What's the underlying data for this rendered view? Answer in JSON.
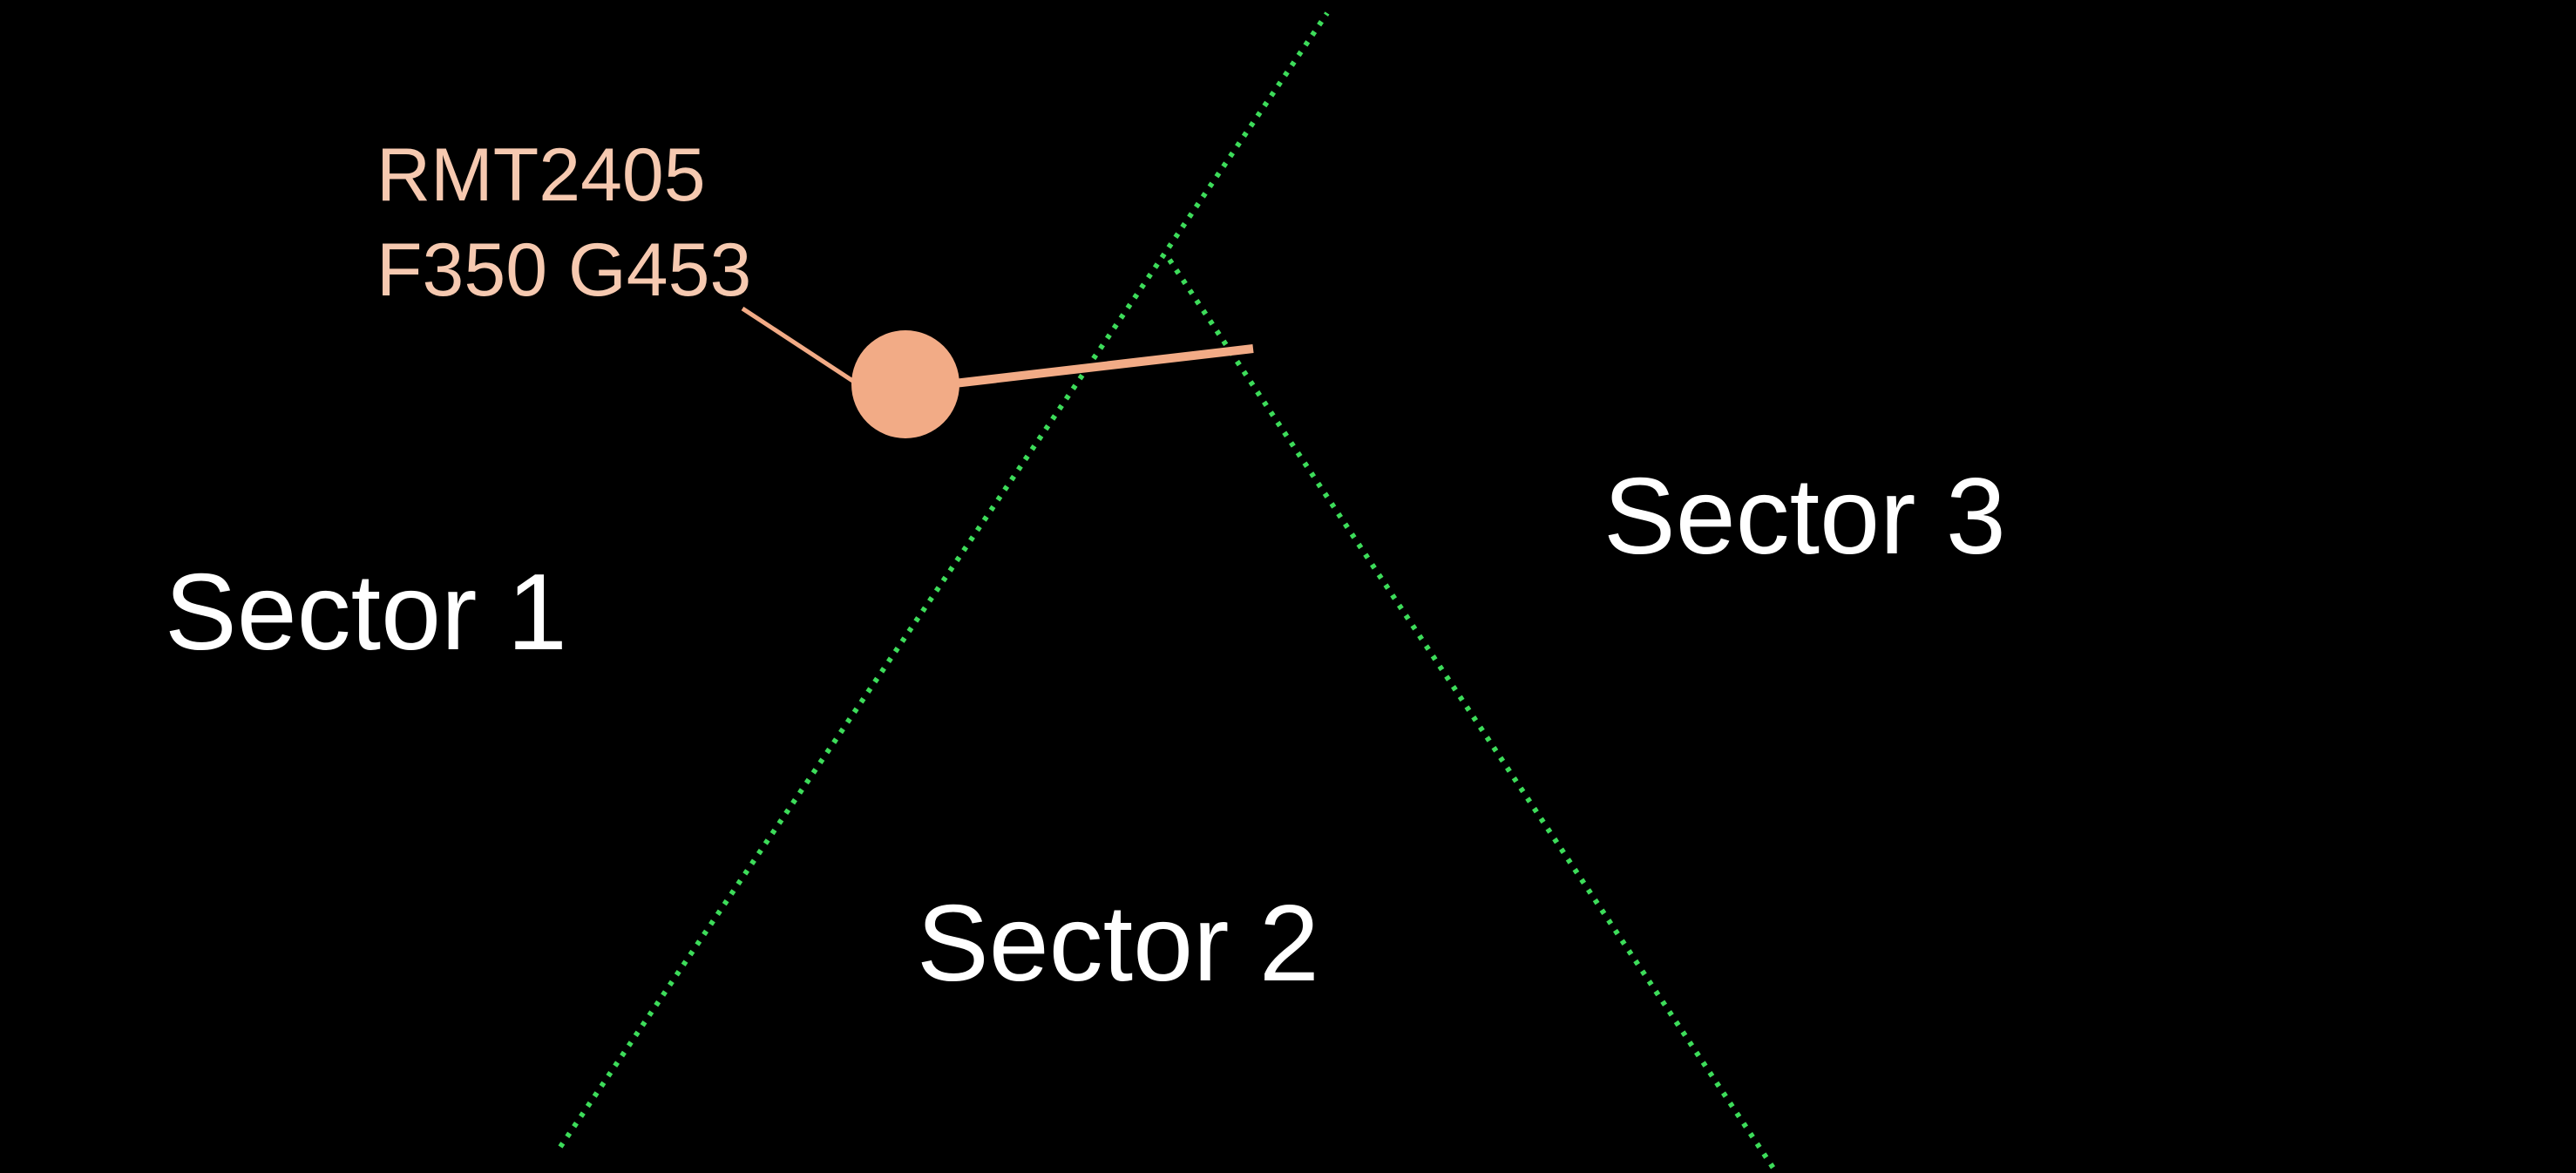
{
  "sectors": [
    {
      "label": "Sector 1"
    },
    {
      "label": "Sector 2"
    },
    {
      "label": "Sector 3"
    }
  ],
  "aircraft": {
    "callsign": "RMT2405",
    "data_line": "F350 G453"
  },
  "colors": {
    "background": "#000000",
    "boundary": "#3ddc5a",
    "aircraft": "#f2ab86",
    "label": "#f6c9b0",
    "sector_text": "#ffffff"
  }
}
